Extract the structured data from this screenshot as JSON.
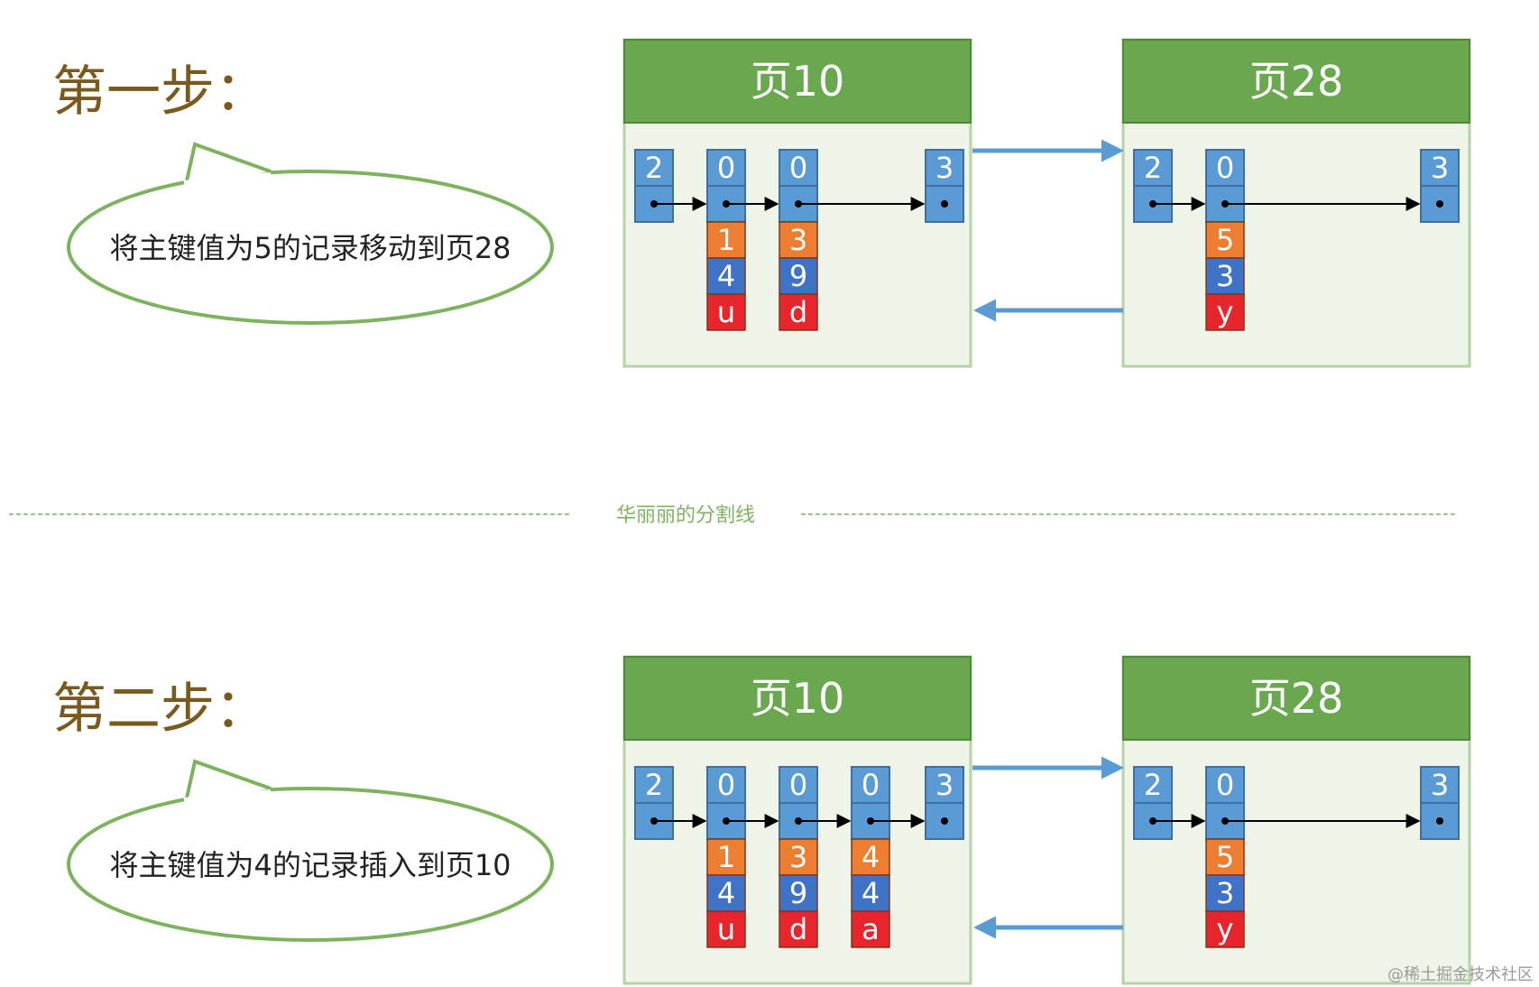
{
  "divider_label": "华丽丽的分割线",
  "watermark": "@稀土掘金技术社区",
  "colors": {
    "page_header": "#6aa84f",
    "page_body": "#eef5e8",
    "page_border": "#b5d3a3",
    "cell_blue": "#5b9bd5",
    "cell_blue_dark": "#3f73c7",
    "cell_orange": "#ed7d31",
    "cell_red": "#e8242c",
    "bubble_border": "#7db35e",
    "arrow_blue": "#5b9bd5",
    "step_title": "#7a5a1c"
  },
  "steps": [
    {
      "title": "第一步：",
      "bubble_text": "将主键值为5的记录移动到页28",
      "pages": [
        {
          "title": "页10",
          "records": [
            {
              "n_owned": "2",
              "kind": "infimum"
            },
            {
              "n_owned": "0",
              "fields": [
                "1",
                "4",
                "u"
              ]
            },
            {
              "n_owned": "0",
              "fields": [
                "3",
                "9",
                "d"
              ]
            },
            {
              "n_owned": "3",
              "kind": "supremum"
            }
          ]
        },
        {
          "title": "页28",
          "records": [
            {
              "n_owned": "2",
              "kind": "infimum"
            },
            {
              "n_owned": "0",
              "fields": [
                "5",
                "3",
                "y"
              ]
            },
            {
              "n_owned": "3",
              "kind": "supremum"
            }
          ]
        }
      ]
    },
    {
      "title": "第二步：",
      "bubble_text": "将主键值为4的记录插入到页10",
      "pages": [
        {
          "title": "页10",
          "records": [
            {
              "n_owned": "2",
              "kind": "infimum"
            },
            {
              "n_owned": "0",
              "fields": [
                "1",
                "4",
                "u"
              ]
            },
            {
              "n_owned": "0",
              "fields": [
                "3",
                "9",
                "d"
              ]
            },
            {
              "n_owned": "0",
              "fields": [
                "4",
                "4",
                "a"
              ]
            },
            {
              "n_owned": "3",
              "kind": "supremum"
            }
          ]
        },
        {
          "title": "页28",
          "records": [
            {
              "n_owned": "2",
              "kind": "infimum"
            },
            {
              "n_owned": "0",
              "fields": [
                "5",
                "3",
                "y"
              ]
            },
            {
              "n_owned": "3",
              "kind": "supremum"
            }
          ]
        }
      ]
    }
  ]
}
